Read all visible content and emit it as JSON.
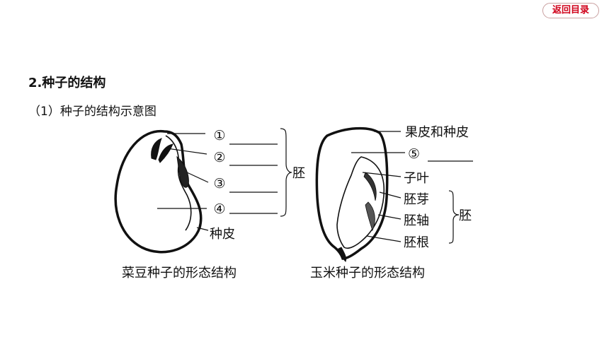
{
  "nav": {
    "return_label": "返回目录"
  },
  "heading": "2.种子的结构",
  "subheading": "（1）种子的结构示意图",
  "bean": {
    "caption": "菜豆种子的形态结构",
    "markers": [
      "①",
      "②",
      "③",
      "④"
    ],
    "seed_coat_label": "种皮",
    "embryo_label": "胚"
  },
  "corn": {
    "caption": "玉米种子的形态结构",
    "pericarp_label": "果皮和种皮",
    "marker5": "⑤",
    "cotyledon_label": "子叶",
    "plumule_label": "胚芽",
    "hypocotyl_label": "胚轴",
    "radicle_label": "胚根",
    "embryo_label": "胚"
  }
}
